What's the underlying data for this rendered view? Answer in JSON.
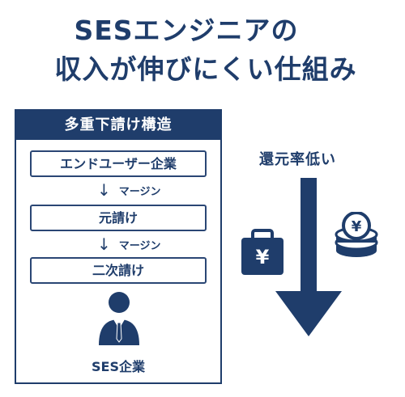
{
  "title": {
    "line1": "SESエンジニアの",
    "line2": "収入が伸びにくい仕組み"
  },
  "structure": {
    "header": "多重下請け構造",
    "tiers": [
      "エンドユーザー企業",
      "元請け",
      "二次請け"
    ],
    "margin_arrow": "↓",
    "margin_label": "マージン",
    "company_label": "SES企業"
  },
  "rate": {
    "label": "還元率低い"
  },
  "icons": {
    "person": "business-person-icon",
    "arrow": "down-arrow-icon",
    "wallet": "yen-wallet-icon",
    "coins": "yen-coins-icon",
    "yen_symbol": "¥"
  },
  "colors": {
    "navy": "#1f3d6b",
    "background": "#ffffff"
  }
}
